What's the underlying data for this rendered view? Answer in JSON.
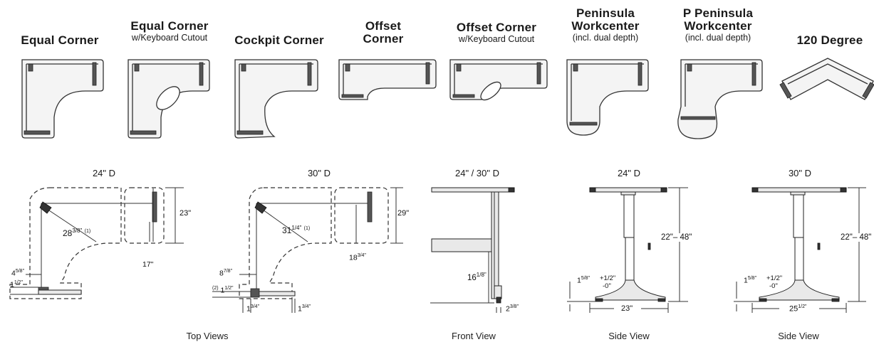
{
  "configurations": [
    {
      "title": "Equal Corner",
      "subtitle": ""
    },
    {
      "title": "Equal Corner",
      "subtitle": "w/Keyboard Cutout"
    },
    {
      "title": "Cockpit Corner",
      "subtitle": ""
    },
    {
      "title_line1": "Offset",
      "title_line2": "Corner",
      "subtitle": ""
    },
    {
      "title": "Offset Corner",
      "subtitle": "w/Keyboard Cutout"
    },
    {
      "title_line1": "Peninsula",
      "title_line2": "Workcenter",
      "subtitle": "(incl. dual depth)"
    },
    {
      "title_line1": "P Peninsula",
      "title_line2": "Workcenter",
      "subtitle": "(incl. dual depth)"
    },
    {
      "title": "120 Degree",
      "subtitle": ""
    }
  ],
  "depth_labels": {
    "top_24": "24\" D",
    "top_30": "30\" D",
    "front": "24\" / 30\" D",
    "side_24": "24\" D",
    "side_30": "30\" D"
  },
  "top_view_24": {
    "depth": "23\"",
    "diagonal": "28",
    "diagonal_frac": "3/8\"",
    "diagonal_note": "(1)",
    "leg_offset": "17\"",
    "side_gap": "4",
    "side_gap_frac": "5/8\"",
    "bottom_gap": "1",
    "bottom_gap_frac": "1/2\""
  },
  "top_view_30": {
    "depth": "29\"",
    "diagonal": "31",
    "diagonal_frac": "1/4\"",
    "diagonal_note": "(1)",
    "leg_offset": "18",
    "leg_offset_frac": "3/4\"",
    "side_gap": "8",
    "side_gap_frac": "7/8\"",
    "bottom_note": "(2)",
    "bottom_gap": "1",
    "bottom_gap_frac": "1/2\"",
    "foot_left": "1",
    "foot_left_frac": "3/4\"",
    "foot_right": "1",
    "foot_right_frac": "3/4\""
  },
  "front_view": {
    "height": "16",
    "height_frac": "1/8\"",
    "foot": "2",
    "foot_frac": "3/8\""
  },
  "side_view_24": {
    "height_range": "22\"– 48\"",
    "top_thickness": "1",
    "top_thickness_frac": "5/8\"",
    "tolerance_plus": "+1/2\"",
    "tolerance_minus": "-0\"",
    "foot_width": "23\""
  },
  "side_view_30": {
    "height_range": "22\"– 48\"",
    "top_thickness": "1",
    "top_thickness_frac": "5/8\"",
    "tolerance_plus": "+1/2\"",
    "tolerance_minus": "-0\"",
    "foot_width": "25",
    "foot_width_frac": "1/2\""
  },
  "captions": {
    "top_views": "Top Views",
    "front_view": "Front View",
    "side_view_24": "Side View",
    "side_view_30": "Side View"
  }
}
